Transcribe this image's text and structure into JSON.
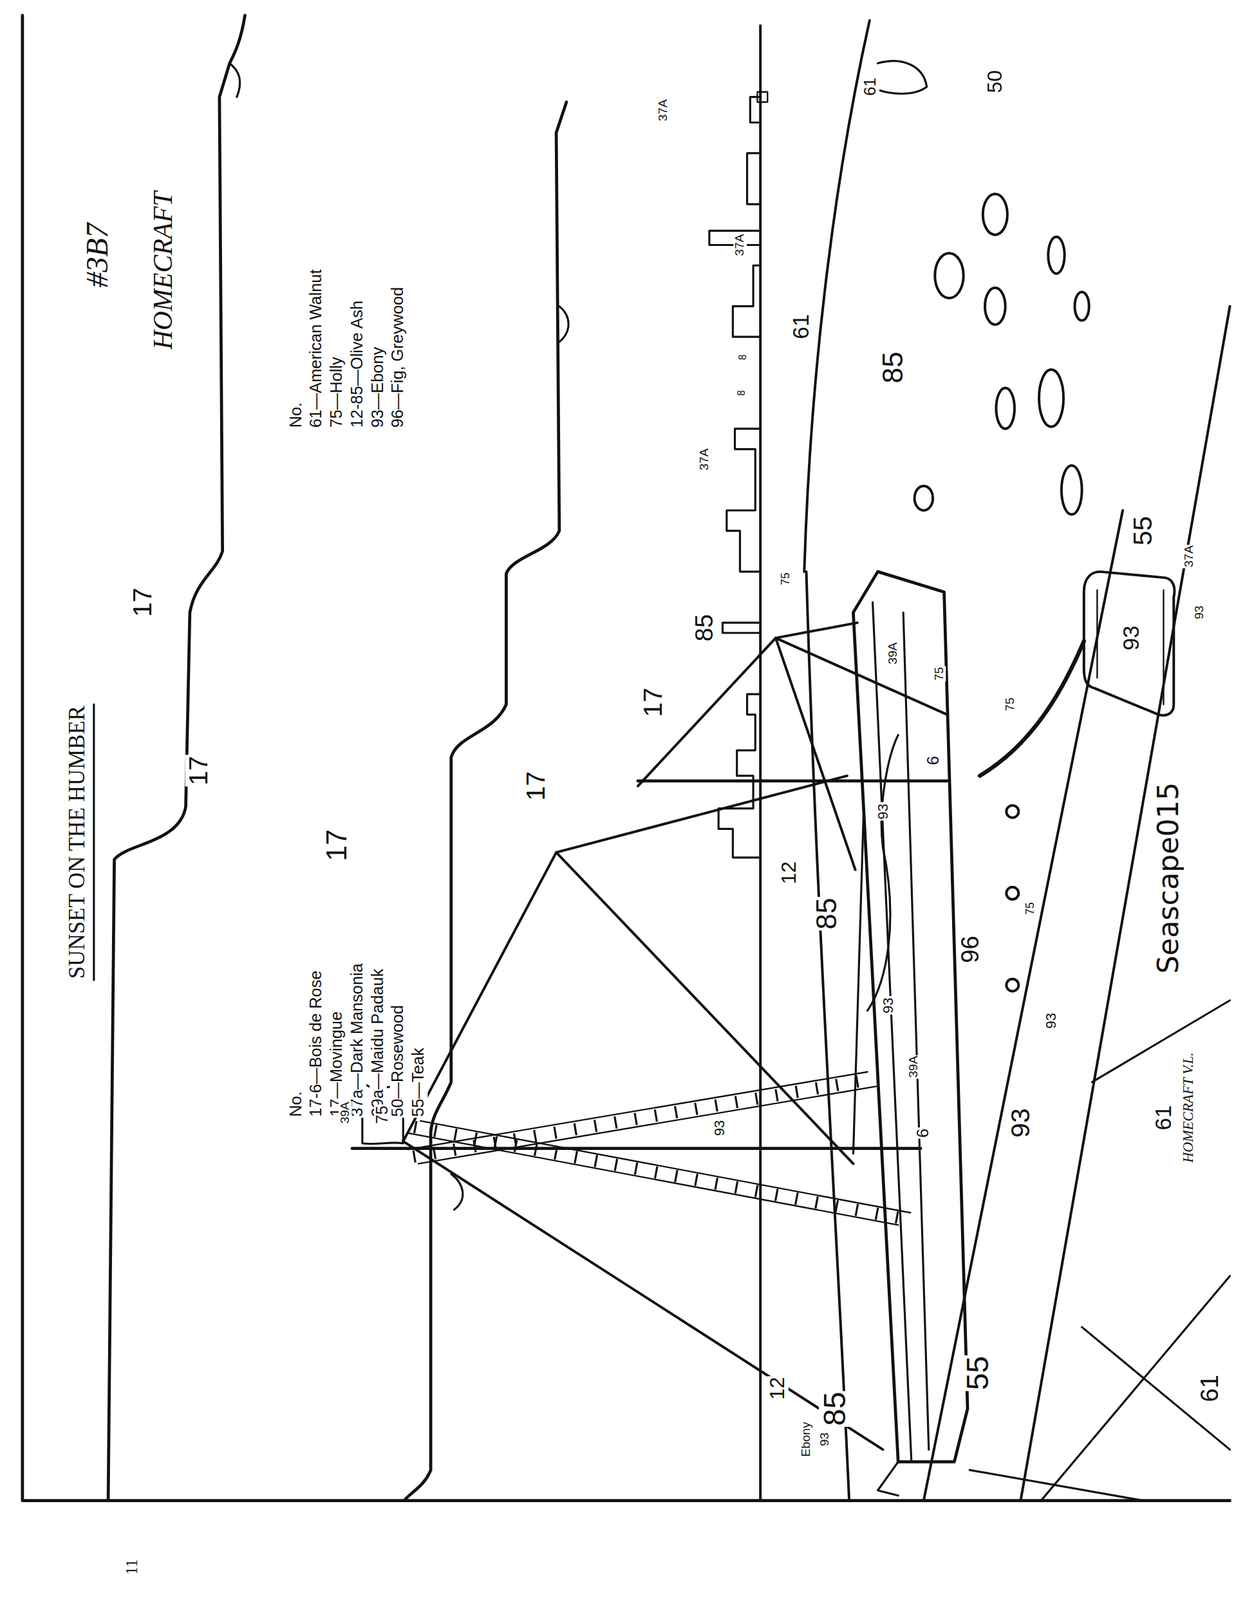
{
  "diagram": {
    "title": "SUNSET ON THE HUMBER",
    "labels": [
      "#3B7",
      "HOMECRAFT",
      "No.",
      "17-6—Bois de Rose",
      "17—Movingue",
      "37a—Dark Mansonia",
      "39a—Maidu Padauk",
      "50—Rosewood",
      "55—Teak",
      "No.",
      "61—American Walnut",
      "75—Holly",
      "12-85—Olive Ash",
      "93—Ebony",
      "96—Fig, Greywood",
      "17",
      "17",
      "17",
      "17",
      "17",
      "12",
      "12",
      "85",
      "85",
      "85",
      "85",
      "61",
      "61",
      "61",
      "61",
      "50",
      "55",
      "55",
      "37A",
      "37A",
      "37A",
      "37A",
      "8",
      "8",
      "75",
      "93",
      "93",
      "93",
      "93",
      "93",
      "93",
      "93",
      "39A",
      "39A",
      "39A",
      "75",
      "75",
      "75",
      "75",
      "6",
      "6",
      "96",
      "Ebony",
      "93",
      "HOMECRAFT V.L.",
      "Seascape015",
      "11"
    ]
  }
}
